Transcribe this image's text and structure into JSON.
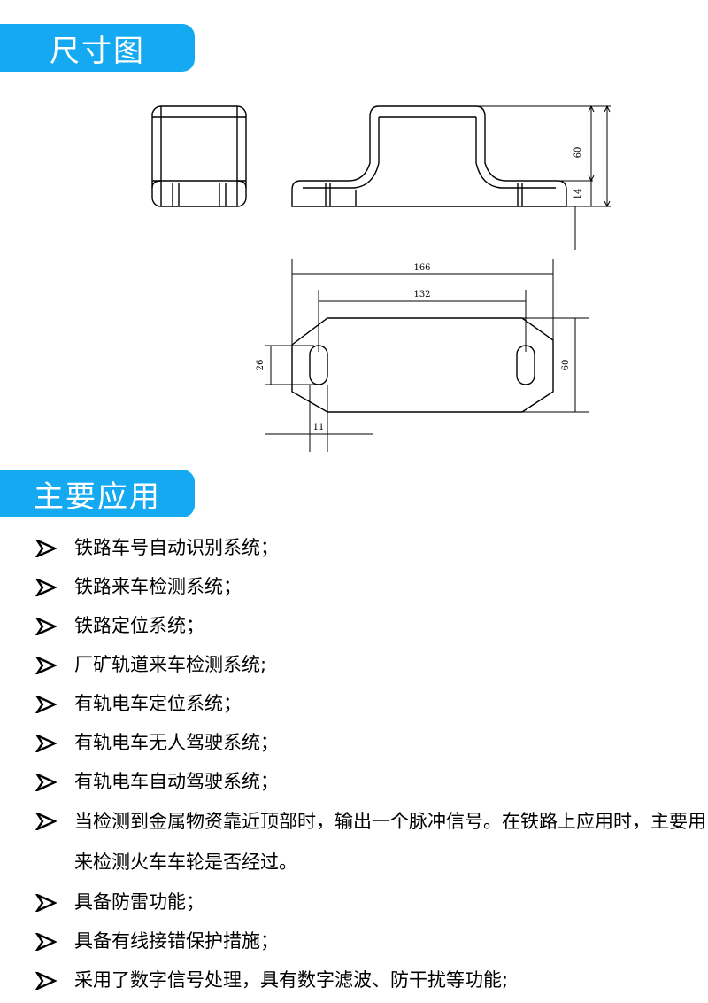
{
  "sections": {
    "dimensions_title": "尺寸图",
    "applications_title": "主要应用"
  },
  "drawing": {
    "dim_height_total": "60",
    "dim_flange": "14",
    "dim_length_total": "166",
    "dim_hole_spacing": "132",
    "dim_slot_length": "26",
    "dim_width": "60",
    "dim_slot_width": "11"
  },
  "applications": [
    "铁路车号自动识别系统；",
    "铁路来车检测系统；",
    "铁路定位系统；",
    "厂矿轨道来车检测系统;",
    "有轨电车定位系统；",
    "有轨电车无人驾驶系统；",
    "有轨电车自动驾驶系统；",
    "当检测到金属物资靠近顶部时，输出一个脉冲信号。在铁路上应用时，主要用来检测火车车轮是否经过。",
    "具备防雷功能；",
    "具备有线接错保护措施；",
    "采用了数字信号处理，具有数字滤波、防干扰等功能;"
  ],
  "colors": {
    "header_bg": "#14a9f1",
    "header_text": "#ffffff"
  }
}
